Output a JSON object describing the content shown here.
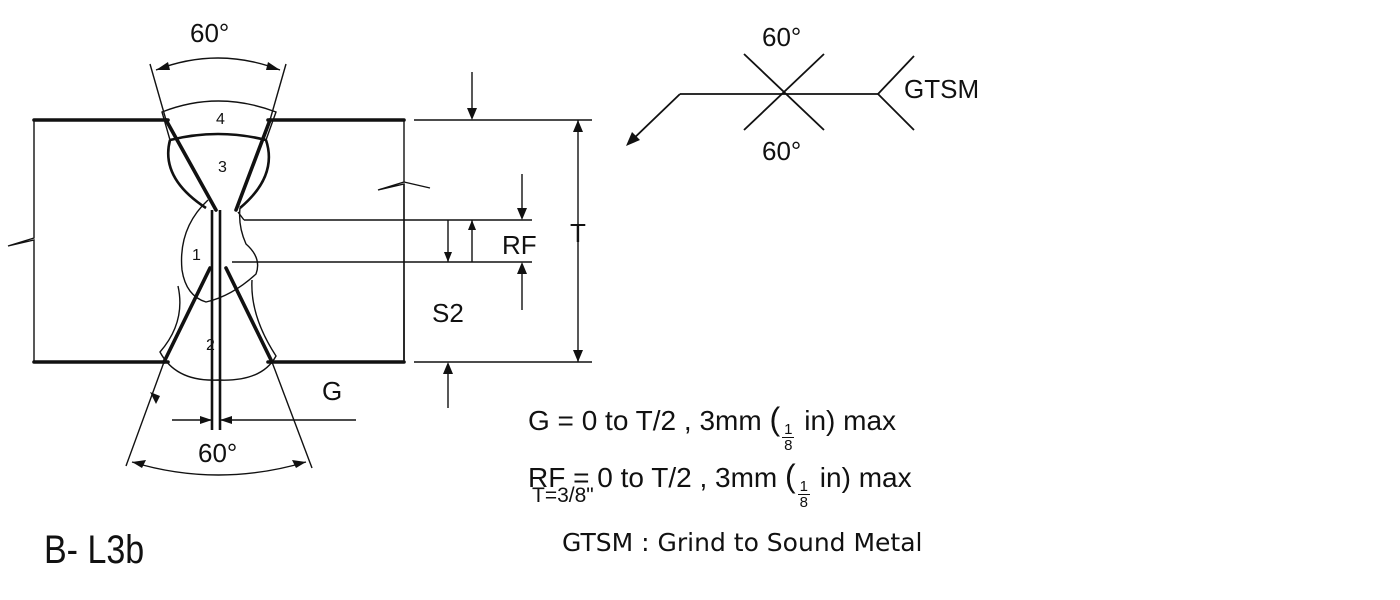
{
  "joint": {
    "designation": "B- L3b",
    "top_groove_angle": "60°",
    "bottom_groove_angle": "60°",
    "passes": [
      "1",
      "2",
      "3",
      "4"
    ],
    "dimension_labels": {
      "thickness": "T",
      "root_face": "RF",
      "gap": "G",
      "depth": "S2"
    }
  },
  "weld_symbol": {
    "arrow_side_angle": "60°",
    "other_side_angle": "60°",
    "tail_note": "GTSM"
  },
  "notes": {
    "gap": {
      "prefix": "G = 0 to T/2 , 3mm ",
      "frac_num": "1",
      "frac_den": "8",
      "suffix": " in) max"
    },
    "root_face": {
      "prefix": "RF = 0 to T/2 , 3mm ",
      "frac_num": "1",
      "frac_den": "8",
      "suffix": " in) max"
    },
    "paren_open": "(",
    "thickness": "T=3/8\"",
    "legend": "GTSM :  Grind to Sound Metal"
  }
}
